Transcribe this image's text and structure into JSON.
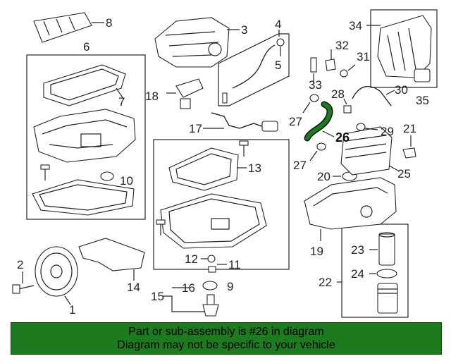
{
  "diagram": {
    "highlight_part": "26",
    "labels": [
      "1",
      "2",
      "3",
      "4",
      "5",
      "6",
      "7",
      "8",
      "9",
      "10",
      "11",
      "12",
      "13",
      "14",
      "15",
      "16",
      "17",
      "18",
      "19",
      "20",
      "21",
      "22",
      "23",
      "24",
      "25",
      "26",
      "27",
      "28",
      "29",
      "30",
      "31",
      "32",
      "33",
      "34",
      "35"
    ]
  },
  "banner": {
    "line1": "Part or sub-assembly is #26 in diagram",
    "line2": "Diagram may not be specific to your vehicle",
    "background_color": "#1e7a1e"
  },
  "colors": {
    "highlight": "#1e7a1e",
    "line": "#222222"
  }
}
